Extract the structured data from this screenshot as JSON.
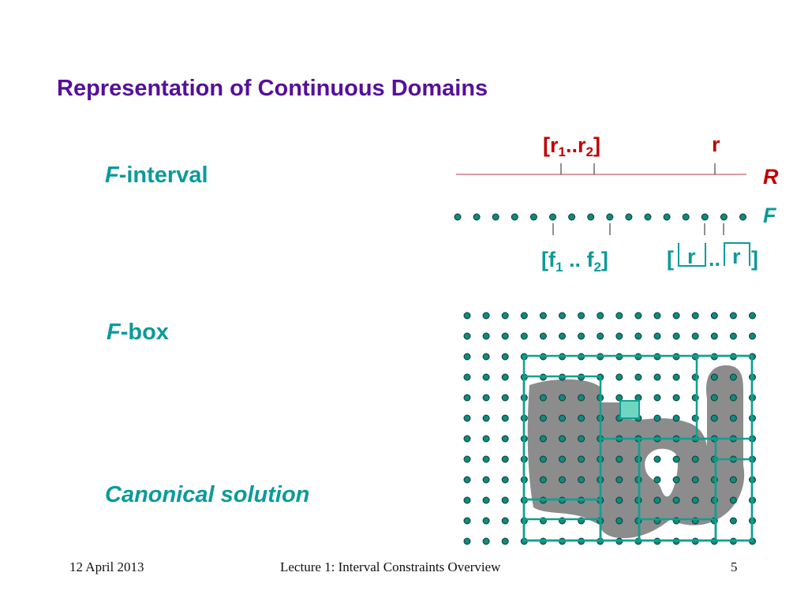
{
  "slide": {
    "title": "Representation of Continuous Domains",
    "labels": {
      "f_interval_italic": "F",
      "f_interval_rest": "-interval",
      "f_box_italic": "F",
      "f_box_rest": "-box",
      "canonical": "Canonical solution"
    }
  },
  "diagram": {
    "r_axis_label": "R",
    "f_axis_label": "F",
    "real_interval": {
      "open": "[r",
      "sub1": "1",
      "mid": "..r",
      "sub2": "2",
      "close": "]"
    },
    "real_point": "r",
    "float_interval": {
      "open": "[f",
      "sub1": "1",
      "mid": " .. f",
      "sub2": "2",
      "close": "]"
    },
    "hull": {
      "open": "[",
      "r_floor": "r",
      "dots": "..",
      "r_ceil": "r",
      "close": "]"
    },
    "colors": {
      "title": "#55109a",
      "teal": "#0c9a9a",
      "dot_fill": "#0f8a7d",
      "dot_stroke": "#0a3b36",
      "red": "#c00000",
      "red_line": "#cc6070",
      "blob": "#8c8c8c",
      "highlight": "#6fd6c2"
    }
  },
  "footer": {
    "date": "12 April 2013",
    "lecture": "Lecture 1: Interval Constraints Overview",
    "page": "5"
  }
}
